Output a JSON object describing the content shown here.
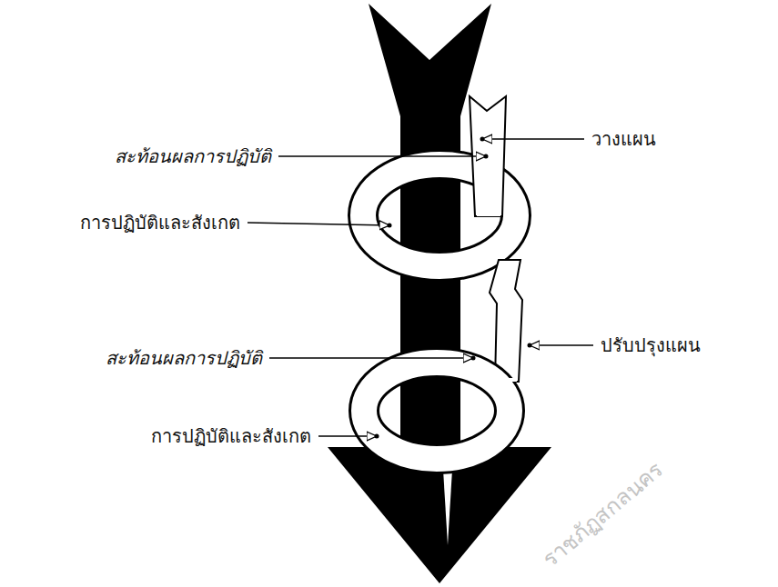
{
  "diagram": {
    "labels": [
      "สะท้อนผลการปฏิบัติ",
      "การปฏิบัติและสังเกต",
      "วางแผน",
      "สะท้อนผลการปฏิบัติ",
      "การปฏิบัติและสังเกต",
      "ปรับปรุงแผน",
      "ราชภัฏสกลนคร"
    ]
  }
}
